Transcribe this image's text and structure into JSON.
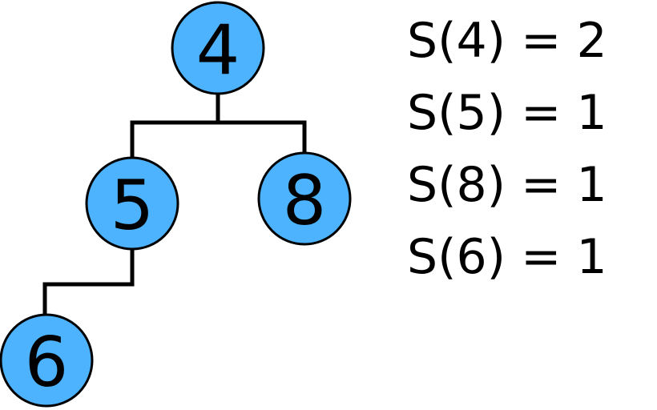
{
  "colors": {
    "node_fill": "#4db3ff",
    "outline": "#000000",
    "background": "#ffffff"
  },
  "tree": {
    "nodes": [
      {
        "id": "n4",
        "label": "4"
      },
      {
        "id": "n5",
        "label": "5"
      },
      {
        "id": "n8",
        "label": "8"
      },
      {
        "id": "n6",
        "label": "6"
      }
    ],
    "edges": [
      {
        "from": "n4",
        "to": "n5"
      },
      {
        "from": "n4",
        "to": "n8"
      },
      {
        "from": "n5",
        "to": "n6"
      }
    ]
  },
  "sizes": [
    "S(4) = 2",
    "S(5) = 1",
    "S(8) = 1",
    "S(6) = 1"
  ]
}
